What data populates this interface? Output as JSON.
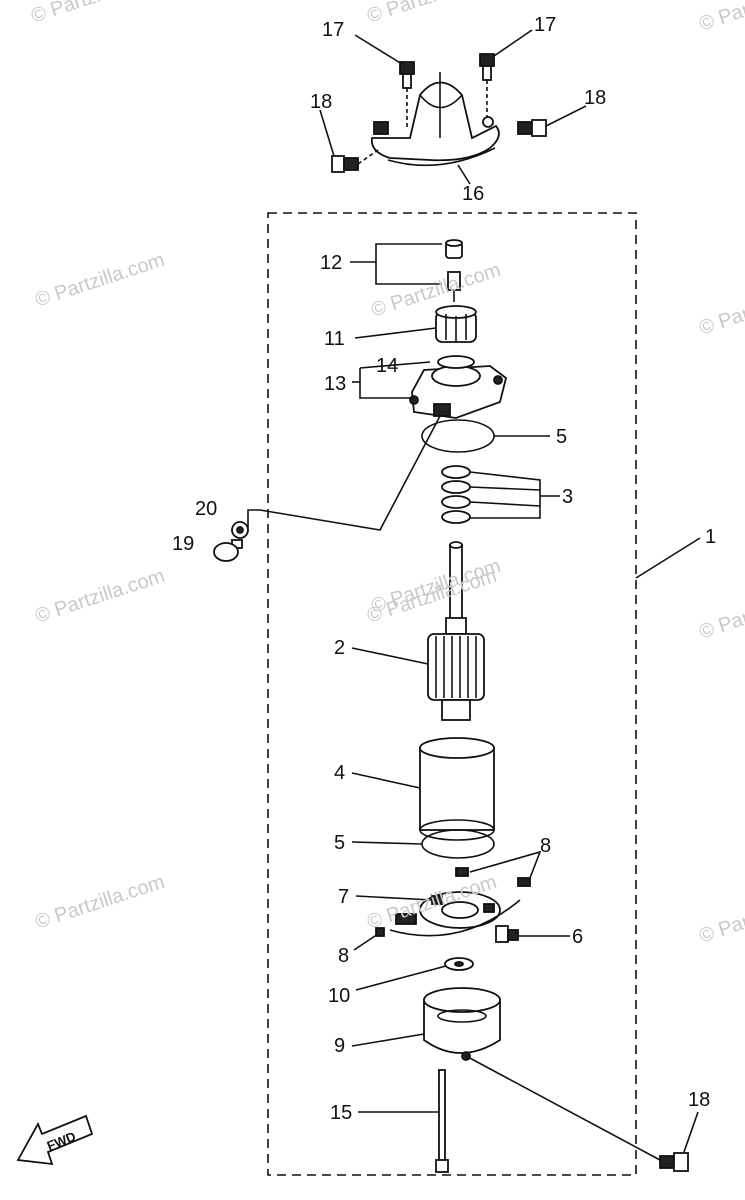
{
  "watermarks": [
    "© Partzilla.com",
    "© Partzilla.com",
    "© Partzilla.com",
    "© Partzilla.com",
    "© Partzilla.com",
    "© Partzilla.com",
    "© Partzilla.com",
    "© Partzilla.com",
    "© Partzilla.com",
    "© Partzilla.com",
    "© Partzilla.com",
    "© Partzilla.com",
    "© Partzilla.com"
  ],
  "callouts": {
    "c1": "1",
    "c2": "2",
    "c3": "3",
    "c4": "4",
    "c5a": "5",
    "c5b": "5",
    "c6": "6",
    "c7": "7",
    "c8a": "8",
    "c8b": "8",
    "c9": "9",
    "c10": "10",
    "c11": "11",
    "c12": "12",
    "c13": "13",
    "c14": "14",
    "c15": "15",
    "c16": "16",
    "c17a": "17",
    "c17b": "17",
    "c18a": "18",
    "c18b": "18",
    "c18c": "18",
    "c19": "19",
    "c20": "20"
  },
  "fwd_label": "FWD"
}
